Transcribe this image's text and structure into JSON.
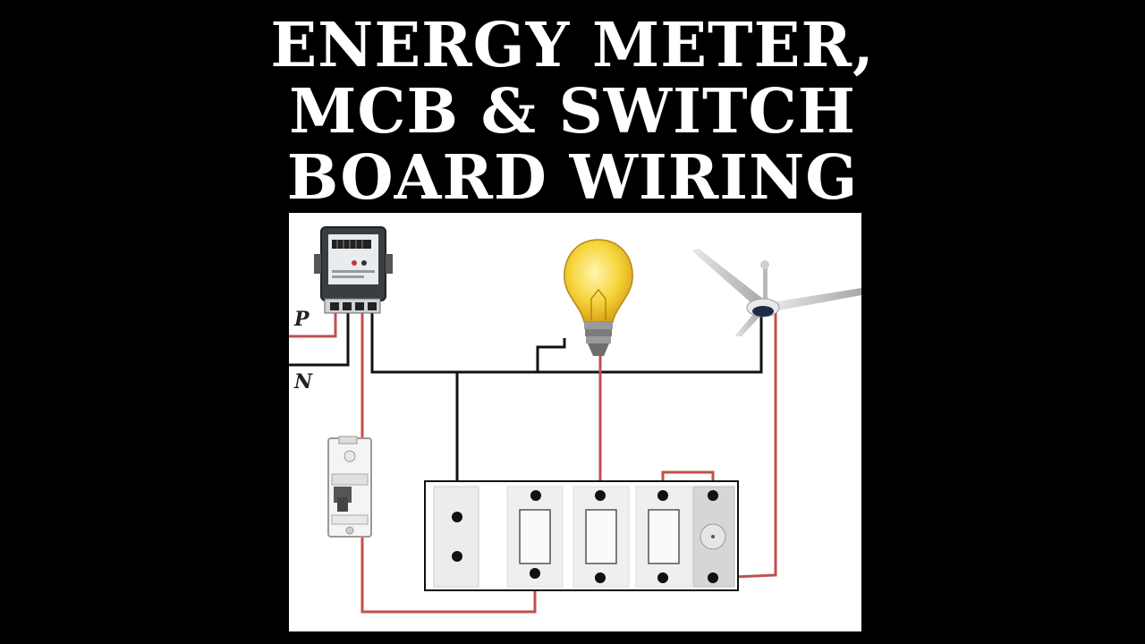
{
  "title": {
    "line1": "ENERGY METER,",
    "line2": "MCB & SWITCH",
    "line3": "BOARD WIRING"
  },
  "diagram": {
    "phase_label": "P",
    "neutral_label": "N",
    "components": [
      "energy-meter",
      "mcb",
      "bulb",
      "ceiling-fan",
      "switch-board"
    ],
    "colors": {
      "live_wire": "#c0504d",
      "neutral_wire": "#111111",
      "background": "#000000"
    }
  }
}
